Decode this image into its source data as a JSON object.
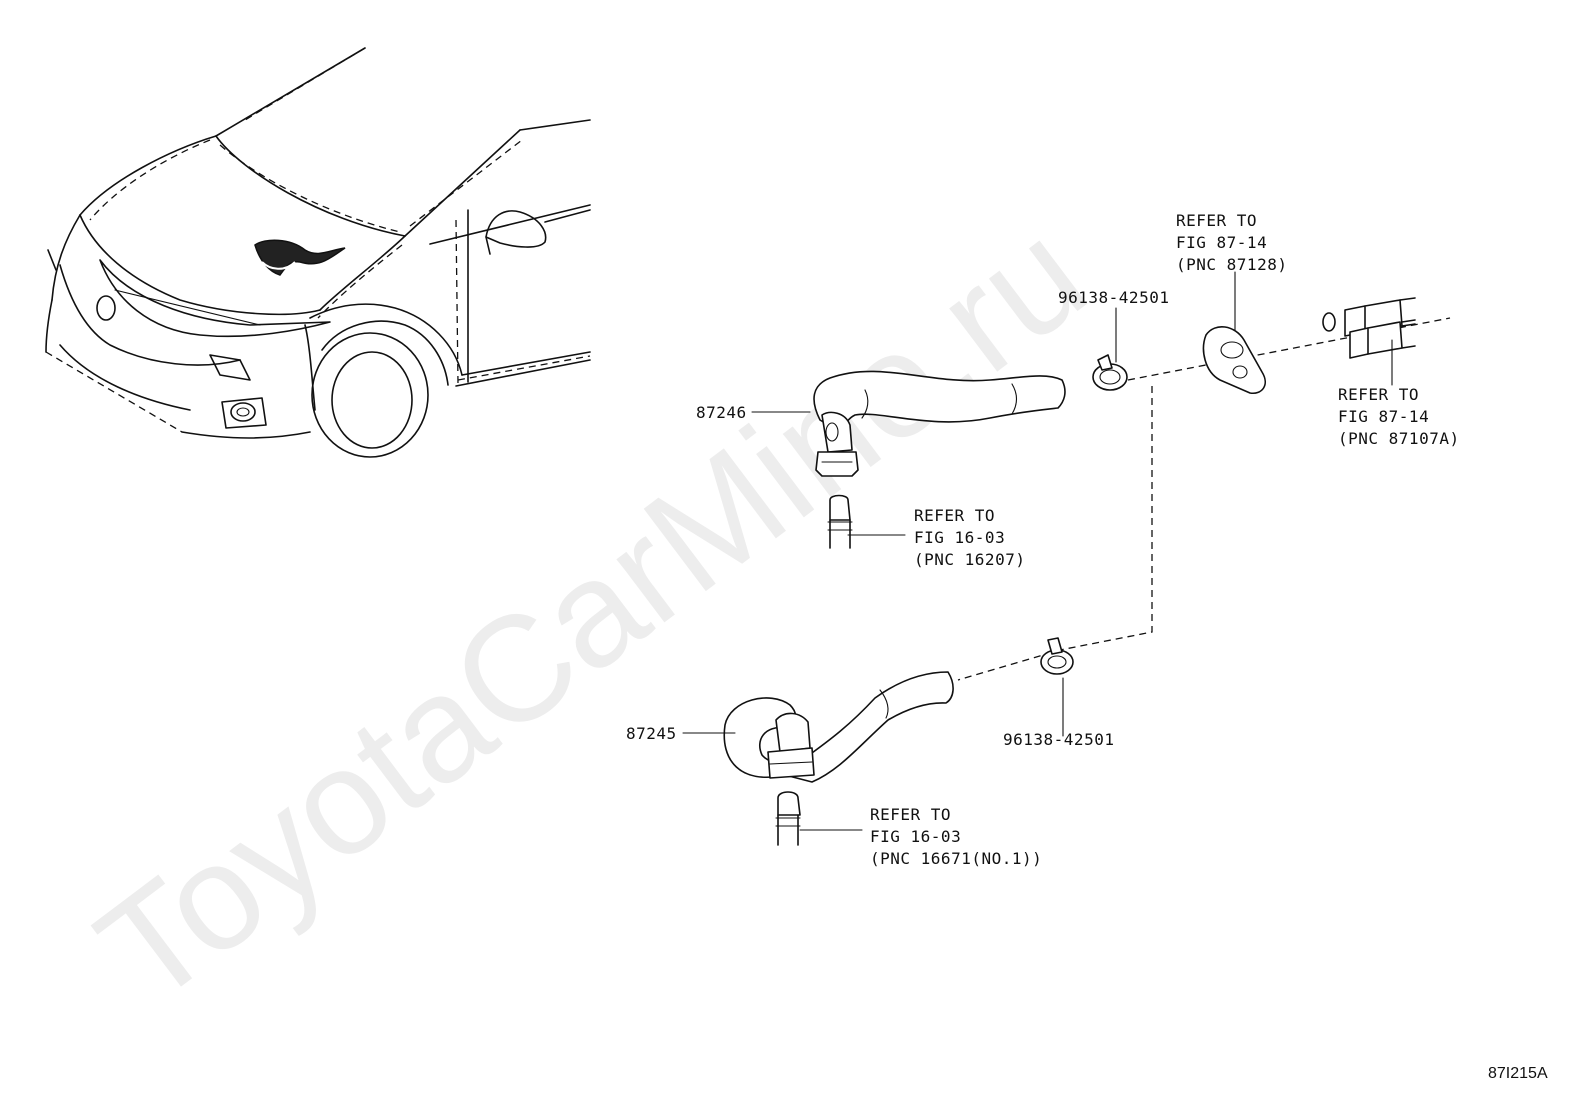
{
  "watermark": "ToyotaCarMine.ru",
  "diagram_code": "87I215A",
  "parts": {
    "hose_upper": "87246",
    "hose_lower": "87245",
    "clip_upper": "96138-42501",
    "clip_lower": "96138-42501"
  },
  "refs": {
    "grommet": {
      "l1": "REFER TO",
      "l2": "FIG 87-14",
      "l3": "(PNC 87128)"
    },
    "right_pipe": {
      "l1": "REFER TO",
      "l2": "FIG 87-14",
      "l3": "(PNC 87107A)"
    },
    "upper_pipe": {
      "l1": "REFER TO",
      "l2": "FIG 16-03",
      "l3": "(PNC 16207)"
    },
    "lower_pipe": {
      "l1": "REFER TO",
      "l2": "FIG 16-03",
      "l3": "(PNC 16671(NO.1))"
    }
  }
}
